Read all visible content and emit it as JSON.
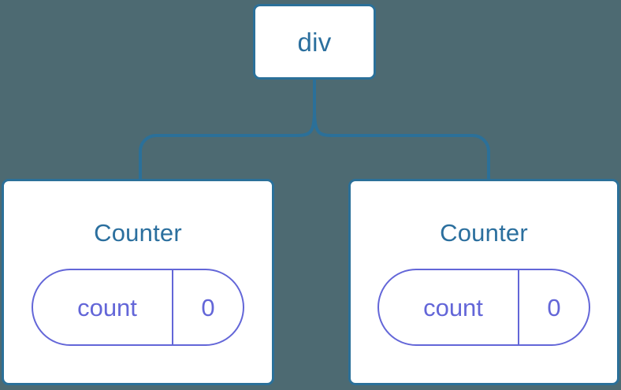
{
  "diagram": {
    "type": "component-tree",
    "background_color": "#4d6a72",
    "node_border_color": "#2b7099",
    "node_fill_color": "#ffffff",
    "label_color": "#2b6f9e",
    "state_color": "#6366d8",
    "connector_color": "#2b7099",
    "root": {
      "label": "div"
    },
    "children": [
      {
        "title": "Counter",
        "state": {
          "key": "count",
          "value": "0"
        }
      },
      {
        "title": "Counter",
        "state": {
          "key": "count",
          "value": "0"
        }
      }
    ]
  }
}
